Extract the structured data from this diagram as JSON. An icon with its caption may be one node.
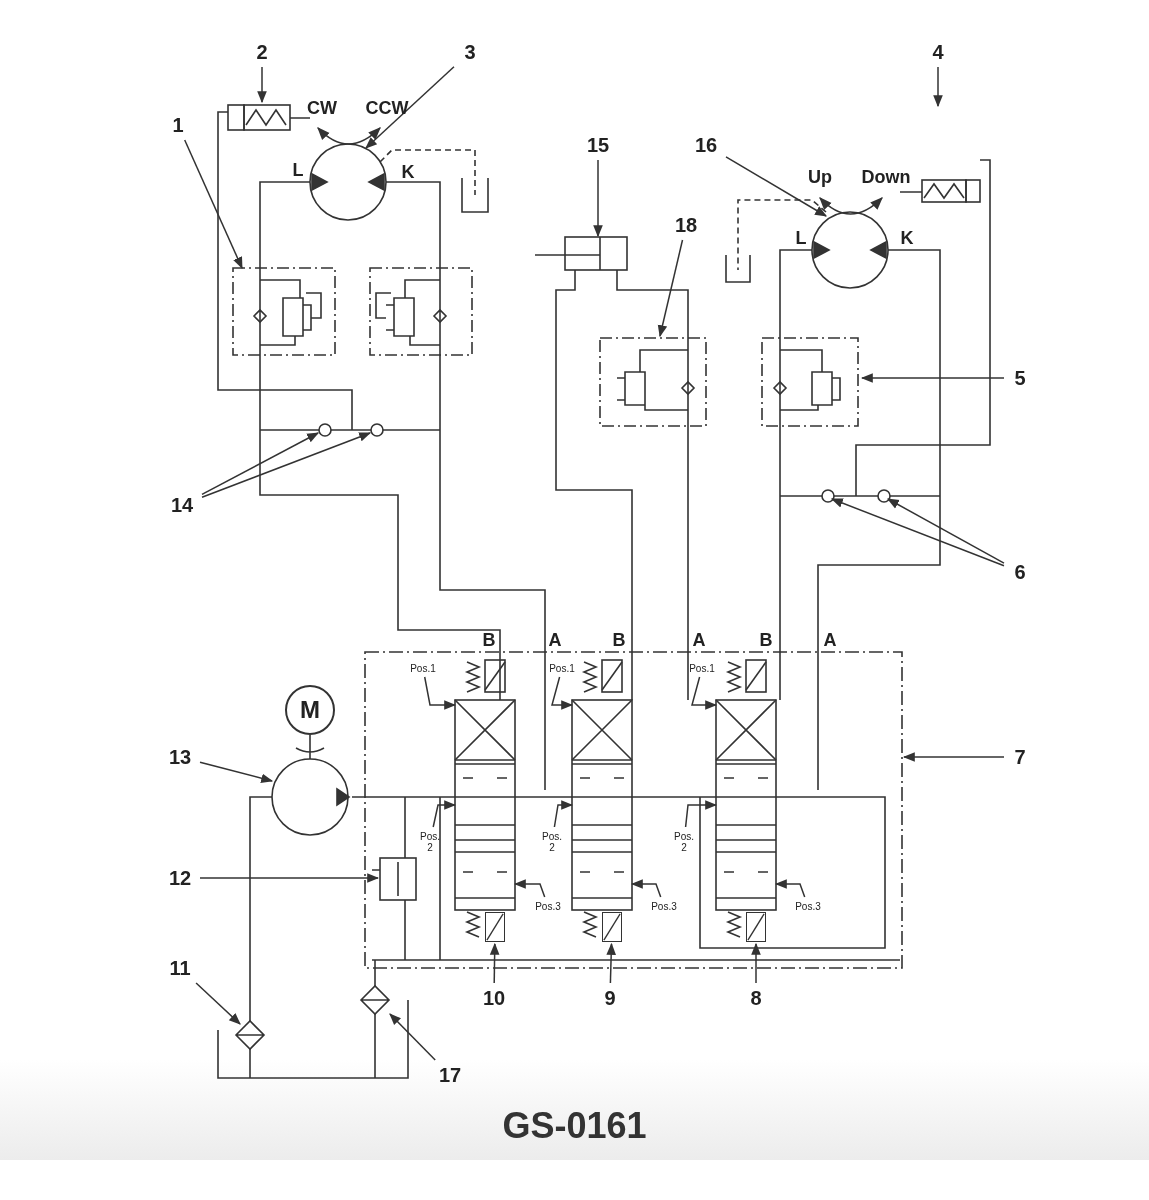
{
  "diagram": {
    "caption": "GS-0161",
    "nodes": [
      {
        "text": [
          "2"
        ]
      },
      {
        "text": [
          "3"
        ]
      },
      {
        "text": [
          "4"
        ]
      },
      {
        "text": [
          "1"
        ]
      },
      {
        "text": [
          "15"
        ]
      },
      {
        "text": [
          "16"
        ]
      },
      {
        "text": [
          "18"
        ]
      },
      {
        "text": [
          "5"
        ]
      },
      {
        "text": [
          "14"
        ]
      },
      {
        "text": [
          "6"
        ]
      },
      {
        "text": [
          "M"
        ]
      },
      {
        "text": [
          "7"
        ]
      },
      {
        "text": [
          "13"
        ]
      },
      {
        "text": [
          "12"
        ]
      },
      {
        "text": [
          "10"
        ]
      },
      {
        "text": [
          "9"
        ]
      },
      {
        "text": [
          "8"
        ]
      },
      {
        "text": [
          "11"
        ]
      },
      {
        "text": [
          "17"
        ]
      },
      {
        "text": [
          "Pos.1"
        ]
      },
      {
        "text": [
          "Pos.1"
        ]
      },
      {
        "text": [
          "Pos.1"
        ]
      },
      {
        "text": [
          "Pos. 2"
        ]
      },
      {
        "text": [
          "Pos. 2"
        ]
      },
      {
        "text": [
          "Pos. 2"
        ]
      },
      {
        "text": [
          "Pos.3"
        ]
      },
      {
        "text": [
          "Pos.3"
        ]
      },
      {
        "text": [
          "Pos.3"
        ]
      },
      {
        "text": [],
        "shape": "box"
      },
      {
        "text": [],
        "shape": "box"
      },
      {
        "text": [],
        "shape": "box"
      }
    ],
    "edges": [
      {
        "from": 0,
        "to": null,
        "arrow": "to"
      },
      {
        "from": 1,
        "to": null,
        "arrow": "to"
      },
      {
        "from": 2,
        "to": null,
        "arrow": "to"
      },
      {
        "from": 3,
        "to": null,
        "arrow": "to"
      },
      {
        "from": 4,
        "to": null,
        "arrow": "to"
      },
      {
        "from": 5,
        "to": null,
        "arrow": "to"
      },
      {
        "from": 6,
        "to": null,
        "arrow": "to"
      },
      {
        "from": 7,
        "to": null,
        "arrow": "to"
      },
      {
        "from": 8,
        "to": null,
        "arrow": "to"
      },
      {
        "from": 8,
        "to": null,
        "arrow": "to"
      },
      {
        "from": 9,
        "to": null,
        "arrow": "to"
      },
      {
        "from": 9,
        "to": null,
        "arrow": "to"
      },
      {
        "from": 11,
        "to": null,
        "arrow": "to"
      },
      {
        "from": 12,
        "to": null,
        "arrow": "to"
      },
      {
        "from": 13,
        "to": null,
        "arrow": "to"
      },
      {
        "from": 14,
        "to": 28,
        "arrow": "to"
      },
      {
        "from": 15,
        "to": 29,
        "arrow": "to"
      },
      {
        "from": 16,
        "to": 30,
        "arrow": "to"
      },
      {
        "from": 17,
        "to": null,
        "arrow": "to"
      },
      {
        "from": 18,
        "to": null,
        "arrow": "to"
      },
      {
        "from": 19,
        "to": null,
        "arrow": "to"
      },
      {
        "from": 20,
        "to": null,
        "arrow": "to"
      },
      {
        "from": 21,
        "to": null,
        "arrow": "to"
      },
      {
        "from": 22,
        "to": null,
        "arrow": "to"
      },
      {
        "from": 23,
        "to": null,
        "arrow": "to"
      },
      {
        "from": 24,
        "to": null,
        "arrow": "to"
      },
      {
        "from": 25,
        "to": null,
        "arrow": "to"
      },
      {
        "from": 26,
        "to": null,
        "arrow": "to"
      },
      {
        "from": 27,
        "to": null,
        "arrow": "to"
      }
    ],
    "labels": [
      "CW",
      "CCW",
      "L",
      "K",
      "Up",
      "Down",
      "L",
      "K",
      "B",
      "A",
      "B",
      "A",
      "B",
      "A"
    ]
  }
}
